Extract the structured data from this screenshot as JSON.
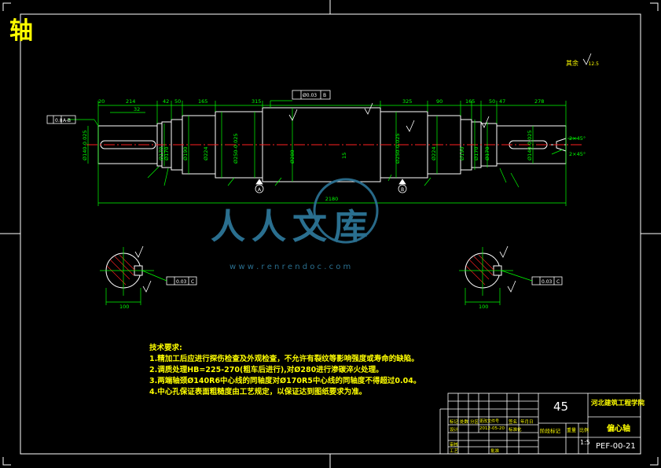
{
  "title": "轴",
  "surface_note": "其余",
  "roughness": "12.5",
  "dims": {
    "top": [
      "20",
      "214",
      "42",
      "50",
      "165",
      "315",
      "325",
      "90",
      "165",
      "50",
      "47",
      "278"
    ],
    "sub_top": "32",
    "overall": "2180",
    "diams_left": [
      "Ø140-0.025",
      "Ø170",
      "Ø170",
      "Ø190",
      "Ø224"
    ],
    "diams_mid": [
      "Ø250-0.025",
      "Ø280",
      "Ø250-0.025"
    ],
    "diams_right": [
      "Ø224",
      "Ø190",
      "Ø170",
      "Ø170",
      "Ø140-0.025"
    ],
    "center_mark": "15",
    "chamfer": "2×45°",
    "chamfer2": "2×45°",
    "section_len": "100",
    "section_len2": "100"
  },
  "tolerance": {
    "runout": "0.8",
    "runout_ref": "A-B",
    "coax": "Ø0.03",
    "coax_ref": "B",
    "sym_a": "0.03",
    "sym_a_ref": "C",
    "sym_b": "0.03",
    "sym_b_ref": "C"
  },
  "datums": [
    "A",
    "B"
  ],
  "notes": {
    "heading": "技术要求:",
    "items": [
      "1.精加工后应进行探伤检查及外观检查，不允许有裂纹等影响强度或寿命的缺陷。",
      "2.调质处理HB=225-270(粗车后进行),对Ø280进行渗碳淬火处理。",
      "3.两端轴颈Ø140R6中心线的同轴度对Ø170R5中心线的同轴度不得超过0.04。",
      "4.中心孔保证表面粗糙度由工艺规定，以保证达到图纸要求为准。"
    ]
  },
  "title_block": {
    "material": "45",
    "school": "河北建筑工程学院",
    "part_name": "偏心轴",
    "drawing_no": "PEF-00-21",
    "scale": "1:5",
    "stage_label": "阶段标记",
    "weight_label": "重量",
    "scale_label": "比例",
    "row_labels": [
      "标记",
      "处数",
      "分区",
      "更改文件号",
      "签名",
      "年月日"
    ],
    "design_label": "设计",
    "date": "2012-05-20",
    "std_label": "标准化",
    "audit_label": "审核",
    "process_label": "工艺",
    "approve_label": "批准"
  },
  "watermark": {
    "text": "人人文库",
    "url": "w w w . r e n r e n d o c . c o m"
  },
  "colors": {
    "background": "#000000",
    "outline": "#ffffff",
    "dimension": "#00ff00",
    "center_line": "#ff2020",
    "annotation": "#ffff00",
    "watermark": "#2a6f8f"
  }
}
